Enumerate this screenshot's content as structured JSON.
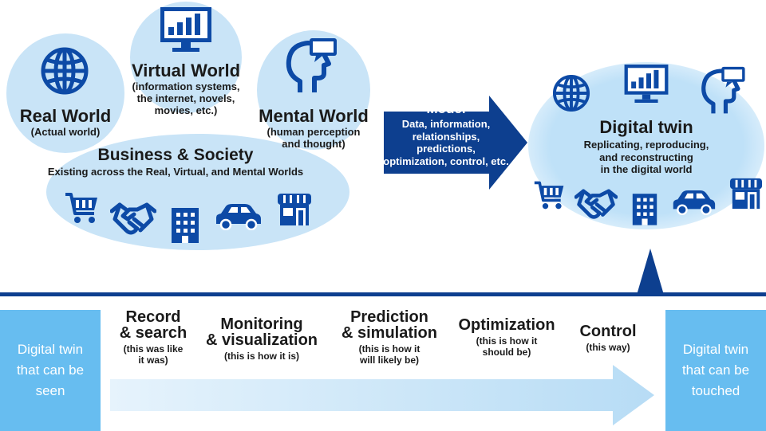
{
  "real_world": {
    "title": "Real World",
    "sub": "(Actual world)"
  },
  "virtual_world": {
    "title": "Virtual World",
    "sub": "(information systems,\nthe internet, novels,\nmovies, etc.)"
  },
  "mental_world": {
    "title": "Mental World",
    "sub": "(human perception\nand thought)"
  },
  "business": {
    "title": "Business & Society",
    "sub": "Existing across the Real, Virtual, and Mental Worlds"
  },
  "model": {
    "title": "Model",
    "sub": "Data, information,\nrelationships,\npredictions,\noptimization, control, etc."
  },
  "digital_twin": {
    "title": "Digital twin",
    "sub": "Replicating, reproducing,\nand reconstructing\nin the digital world"
  },
  "left_box": "Digital twin\nthat can be\nseen",
  "right_box": "Digital twin\nthat can be\ntouched",
  "steps": [
    {
      "title": "Record\n& search",
      "sub": "(this was like\nit was)"
    },
    {
      "title": "Monitoring\n& visualization",
      "sub": "(this is how it is)"
    },
    {
      "title": "Prediction\n& simulation",
      "sub": "(this is how it\nwill likely be)"
    },
    {
      "title": "Optimization",
      "sub": "(this is how it\nshould be)"
    },
    {
      "title": "Control",
      "sub": "(this way)"
    }
  ],
  "colors": {
    "navy": "#0d3f8f",
    "icon_blue": "#0d4aa6",
    "light_blue": "#c9e4f7",
    "sky": "#67bdf0"
  },
  "icons": [
    "globe-icon",
    "monitor-chart-icon",
    "head-speech-icon",
    "cart-icon",
    "handshake-icon",
    "building-icon",
    "car-icon",
    "shop-icon"
  ]
}
